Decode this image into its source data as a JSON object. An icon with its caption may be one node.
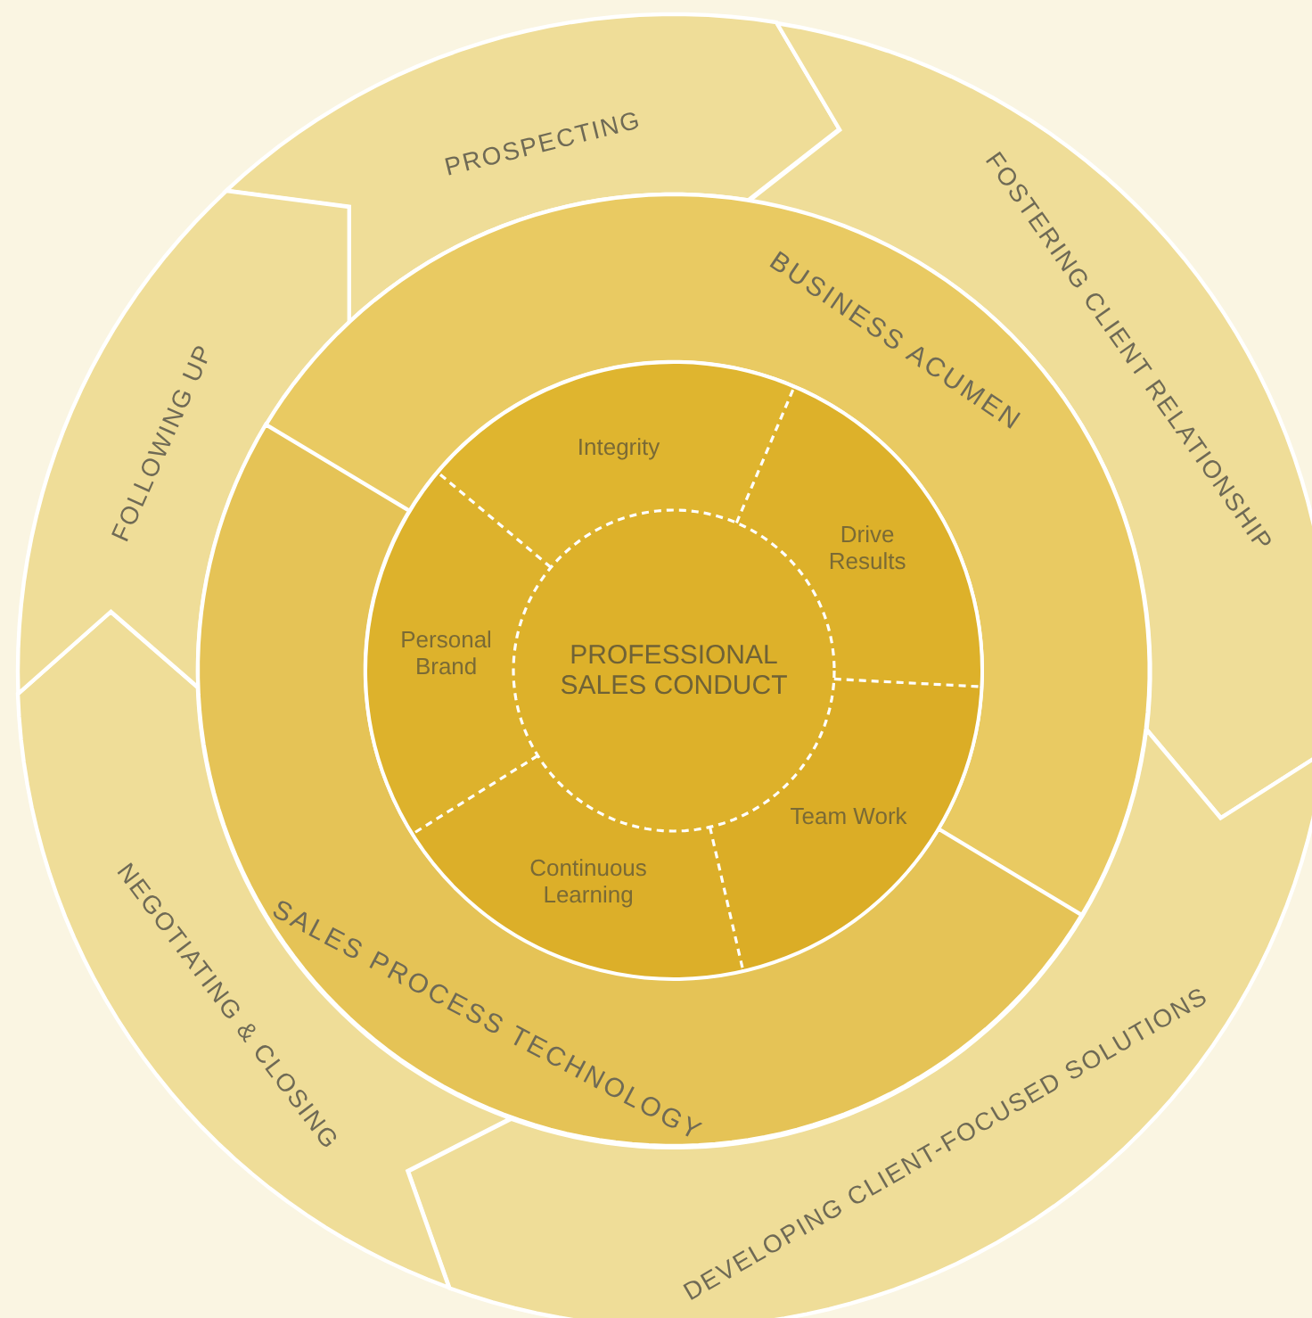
{
  "diagram": {
    "nodes": [
      {
        "text": [
          "PROSPECTING"
        ]
      },
      {
        "text": [
          "FOSTERING CLIENT RELATIONSHIP"
        ]
      },
      {
        "text": [
          "DEVELOPING CLIENT-FOCUSED SOLUTIONS"
        ]
      },
      {
        "text": [
          "NEGOTIATING & CLOSING"
        ]
      },
      {
        "text": [
          "FOLLOWING UP"
        ]
      },
      {
        "text": [
          "BUSINESS ACUMEN"
        ]
      },
      {
        "text": [
          "SALES PROCESS TECHNOLOGY"
        ]
      },
      {
        "text": [
          "Integrity"
        ]
      },
      {
        "text": [
          "Drive Results"
        ]
      },
      {
        "text": [
          "Team Work"
        ]
      },
      {
        "text": [
          "Continuous Learning"
        ]
      },
      {
        "text": [
          "Personal Brand"
        ]
      },
      {
        "text": [
          "PROFESSIONAL SALES CONDUCT"
        ]
      }
    ]
  }
}
